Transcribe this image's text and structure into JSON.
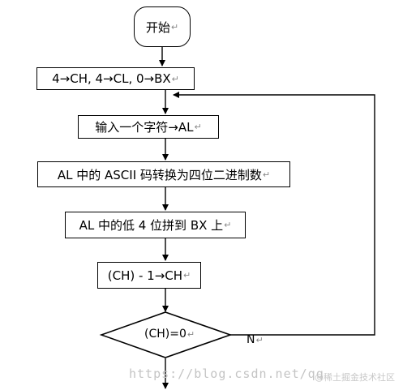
{
  "flowchart": {
    "start": "开始",
    "init": "4→CH, 4→CL, 0→BX",
    "input": "输入一个字符→AL",
    "convert": "AL 中的 ASCII 码转换为四位二进制数",
    "shift": "AL 中的低 4 位拼到 BX 上",
    "decrement": "(CH) - 1→CH",
    "decision": "(CH)=0",
    "no_label": "N"
  },
  "return_mark": "↵",
  "watermark": {
    "url": "https://blog.csdn.net/qq",
    "site": "@稀土掘金技术社区"
  }
}
